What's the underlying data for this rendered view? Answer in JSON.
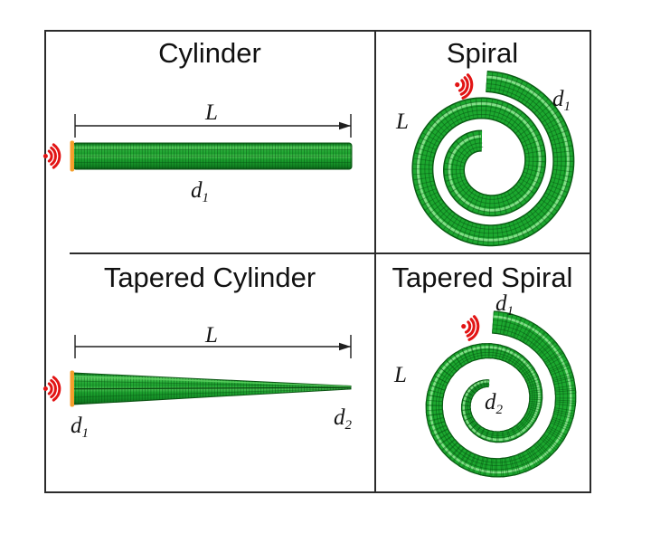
{
  "figure": {
    "kind": "finite-element-mesh geometry comparison, 2x2 grid",
    "panels": [
      {
        "id": "cylinder",
        "title": "Cylinder",
        "length_label": "L",
        "d1": {
          "base": "d",
          "sub": "1"
        },
        "excitation_icon": "sound-waves-icon"
      },
      {
        "id": "spiral",
        "title": "Spiral",
        "length_label": "L",
        "d1": {
          "base": "d",
          "sub": "1"
        },
        "excitation_icon": "sound-waves-icon"
      },
      {
        "id": "tapered-cylinder",
        "title": "Tapered Cylinder",
        "length_label": "L",
        "d1": {
          "base": "d",
          "sub": "1"
        },
        "d2": {
          "base": "d",
          "sub": "2"
        },
        "excitation_icon": "sound-waves-icon"
      },
      {
        "id": "tapered-spiral",
        "title": "Tapered Spiral",
        "length_label": "L",
        "d1": {
          "base": "d",
          "sub": "1"
        },
        "d2": {
          "base": "d",
          "sub": "2"
        },
        "excitation_icon": "sound-waves-icon"
      }
    ],
    "colors": {
      "mesh_green": "#1ca82f",
      "mesh_green_dark": "#0a5c14",
      "mesh_highlight": "#9bed9c",
      "wave_red": "#e21414",
      "excitation_orange": "#f59f2b",
      "dimension_line": "#1f1f1f",
      "border": "#2b2b2b"
    }
  }
}
